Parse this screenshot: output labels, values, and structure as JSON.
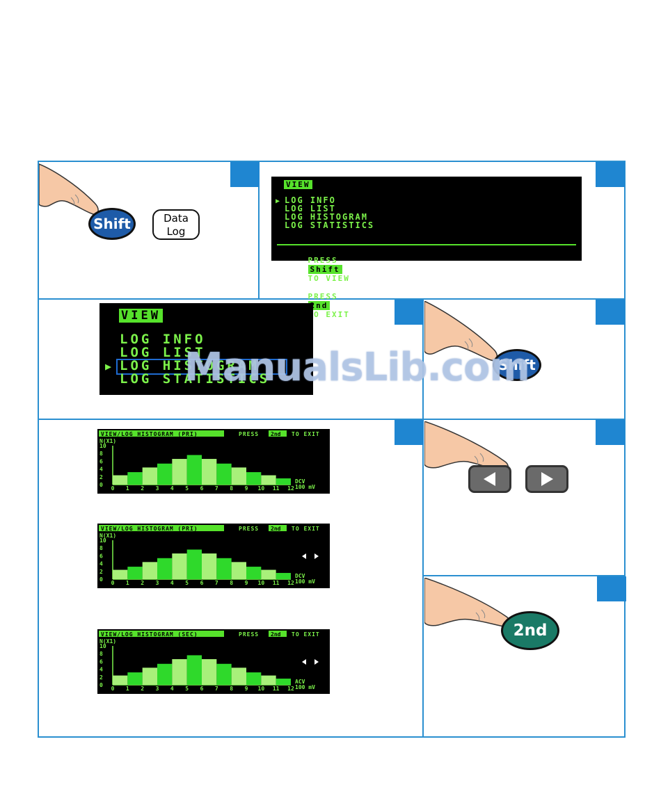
{
  "panels": {
    "p1": {
      "shift_label": "Shift",
      "datalog_line1": "Data",
      "datalog_line2": "Log"
    },
    "p2": {
      "header": "VIEW",
      "items": [
        "LOG INFO",
        "LOG LIST",
        "LOG HISTOGRAM",
        "LOG STATISTICS"
      ],
      "footer": {
        "press1": "PRESS",
        "key1": "Shift",
        "to_view": "TO VIEW",
        "press2": "PRESS",
        "key2": "2nd",
        "to_exit": "TO EXIT"
      }
    },
    "p3": {
      "header": "VIEW",
      "items": [
        "LOG INFO",
        "LOG LIST",
        "LOG HISTOGRAM",
        "LOG STATISTICS"
      ]
    },
    "p4": {
      "shift_label": "Shift"
    },
    "p6": {
      "left_icon": "triangle-left-icon",
      "right_icon": "triangle-right-icon"
    },
    "p7": {
      "second_label": "2nd"
    }
  },
  "chart_data": [
    {
      "type": "bar",
      "title": "VIEW/LOG HISTOGRAM (PRI)",
      "header_press": "PRESS",
      "header_key": "2nd",
      "header_exit": "TO EXIT",
      "ylabel": "N(X1)",
      "yticks": [
        "10",
        "8",
        "6",
        "4",
        "2",
        "0"
      ],
      "categories": [
        "0",
        "1",
        "2",
        "3",
        "4",
        "5",
        "6",
        "7",
        "8",
        "9",
        "10",
        "11",
        "12"
      ],
      "values": [
        2.4,
        3.2,
        4.4,
        5.4,
        6.6,
        7.6,
        6.6,
        5.4,
        4.4,
        3.2,
        2.4,
        1.6
      ],
      "ylim": [
        0,
        10
      ],
      "unit_top": "DCV",
      "unit_bottom": "100 mV",
      "show_arrows": false
    },
    {
      "type": "bar",
      "title": "VIEW/LOG HISTOGRAM (PRI)",
      "header_press": "PRESS",
      "header_key": "2nd",
      "header_exit": "TO EXIT",
      "ylabel": "N(X1)",
      "yticks": [
        "10",
        "8",
        "6",
        "4",
        "2",
        "0"
      ],
      "categories": [
        "0",
        "1",
        "2",
        "3",
        "4",
        "5",
        "6",
        "7",
        "8",
        "9",
        "10",
        "11",
        "12"
      ],
      "values": [
        2.4,
        3.2,
        4.4,
        5.4,
        6.6,
        7.6,
        6.6,
        5.4,
        4.4,
        3.2,
        2.4,
        1.6
      ],
      "ylim": [
        0,
        10
      ],
      "unit_top": "DCV",
      "unit_bottom": "100 mV",
      "show_arrows": true
    },
    {
      "type": "bar",
      "title": "VIEW/LOG HISTOGRAM (SEC)",
      "header_press": "PRESS",
      "header_key": "2nd",
      "header_exit": "TO EXIT",
      "ylabel": "N(X1)",
      "yticks": [
        "10",
        "8",
        "6",
        "4",
        "2",
        "0"
      ],
      "categories": [
        "0",
        "1",
        "2",
        "3",
        "4",
        "5",
        "6",
        "7",
        "8",
        "9",
        "10",
        "11",
        "12"
      ],
      "values": [
        2.4,
        3.2,
        4.4,
        5.4,
        6.6,
        7.6,
        6.6,
        5.4,
        4.4,
        3.2,
        2.4,
        1.6
      ],
      "ylim": [
        0,
        10
      ],
      "unit_top": "ACV",
      "unit_bottom": "100 mV",
      "show_arrows": true
    }
  ],
  "watermark": "ManualsLib.com"
}
